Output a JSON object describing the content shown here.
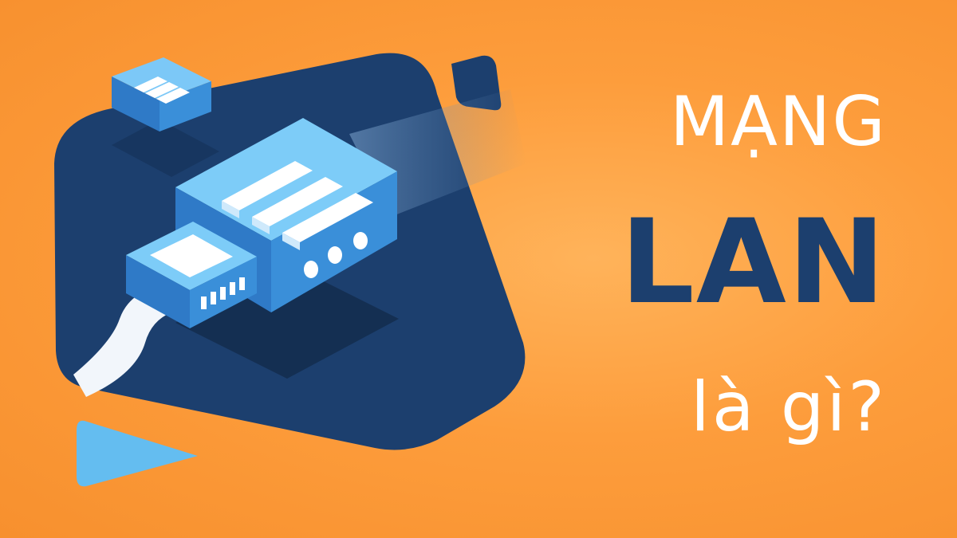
{
  "title": {
    "line1": "MẠNG",
    "line2": "LAN",
    "line3": "là gì?"
  },
  "colors": {
    "background": "#fd9d3c",
    "panel": "#1c3f6e",
    "title_accent": "#1c3f6e",
    "title_light": "#ffffff",
    "device": "#3a8fd9",
    "device_light": "#66c0f4"
  },
  "icons": [
    "network-switch-icon",
    "ethernet-plug-icon",
    "small-switch-icon"
  ]
}
